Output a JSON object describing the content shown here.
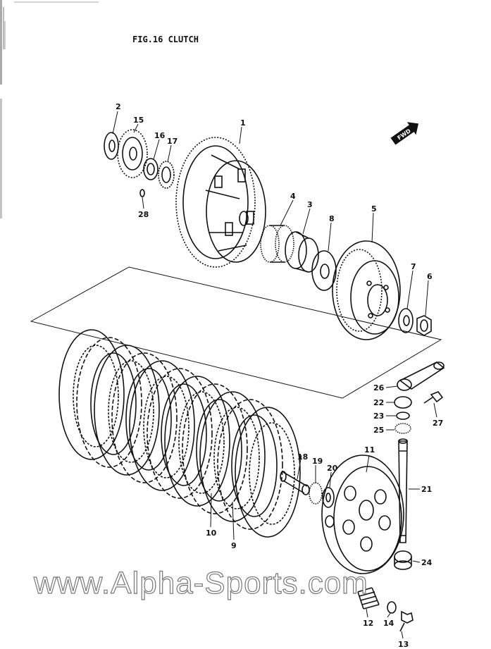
{
  "title": "FIG.16  CLUTCH",
  "watermark": "www.Alpha-Sports.com",
  "fwd_label": "FWD",
  "callouts": [
    {
      "id": "c1",
      "label": "1"
    },
    {
      "id": "c2",
      "label": "2"
    },
    {
      "id": "c3",
      "label": "3"
    },
    {
      "id": "c4",
      "label": "4"
    },
    {
      "id": "c5",
      "label": "5"
    },
    {
      "id": "c6",
      "label": "6"
    },
    {
      "id": "c7",
      "label": "7"
    },
    {
      "id": "c8",
      "label": "8"
    },
    {
      "id": "c9",
      "label": "9"
    },
    {
      "id": "c10",
      "label": "10"
    },
    {
      "id": "c11",
      "label": "11"
    },
    {
      "id": "c12",
      "label": "12"
    },
    {
      "id": "c13",
      "label": "13"
    },
    {
      "id": "c14",
      "label": "14"
    },
    {
      "id": "c15",
      "label": "15"
    },
    {
      "id": "c16",
      "label": "16"
    },
    {
      "id": "c17",
      "label": "17"
    },
    {
      "id": "c18",
      "label": "18"
    },
    {
      "id": "c19",
      "label": "19"
    },
    {
      "id": "c20",
      "label": "20"
    },
    {
      "id": "c21",
      "label": "21"
    },
    {
      "id": "c22",
      "label": "22"
    },
    {
      "id": "c23",
      "label": "23"
    },
    {
      "id": "c24",
      "label": "24"
    },
    {
      "id": "c25",
      "label": "25"
    },
    {
      "id": "c26",
      "label": "26"
    },
    {
      "id": "c27",
      "label": "27"
    },
    {
      "id": "c28",
      "label": "28"
    }
  ]
}
